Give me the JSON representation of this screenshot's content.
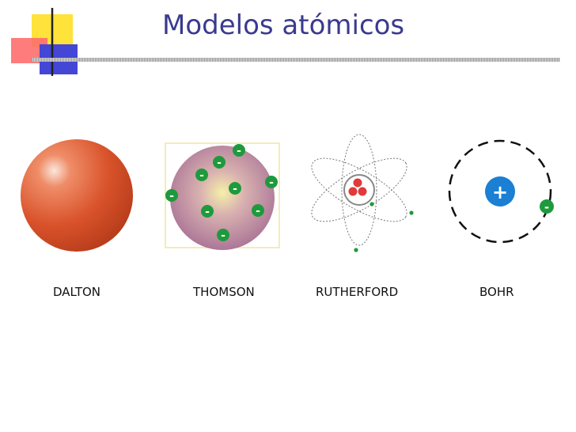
{
  "slide": {
    "title": "Modelos atómicos"
  },
  "models": [
    {
      "label": "DALTON"
    },
    {
      "label": "THOMSON"
    },
    {
      "label": "RUTHERFORD"
    },
    {
      "label": "BOHR"
    }
  ],
  "symbols": {
    "electron": "-",
    "proton": "+"
  },
  "colors": {
    "title": "#3a3a8f",
    "dalton_sphere": "#d9532b",
    "thomson_sphere": "#b07a9a",
    "electron": "#1e9a3c",
    "nucleus": "#e03a3a",
    "bohr_nucleus": "#1b7fd3"
  }
}
